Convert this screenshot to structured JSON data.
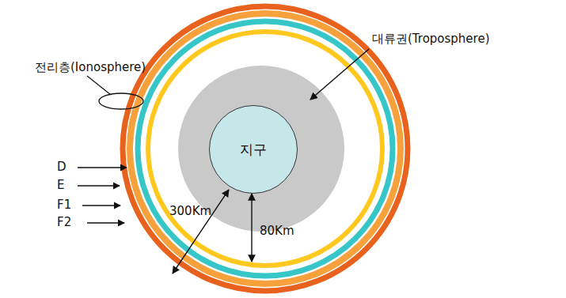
{
  "diagram": {
    "nodes": [
      {
        "text": [
          "지구"
        ]
      }
    ],
    "labels": [
      "전리층(Ionosphere)",
      "대류권(Troposphere)",
      "D",
      "E",
      "F1",
      "F2",
      "300Km",
      "80Km"
    ]
  }
}
